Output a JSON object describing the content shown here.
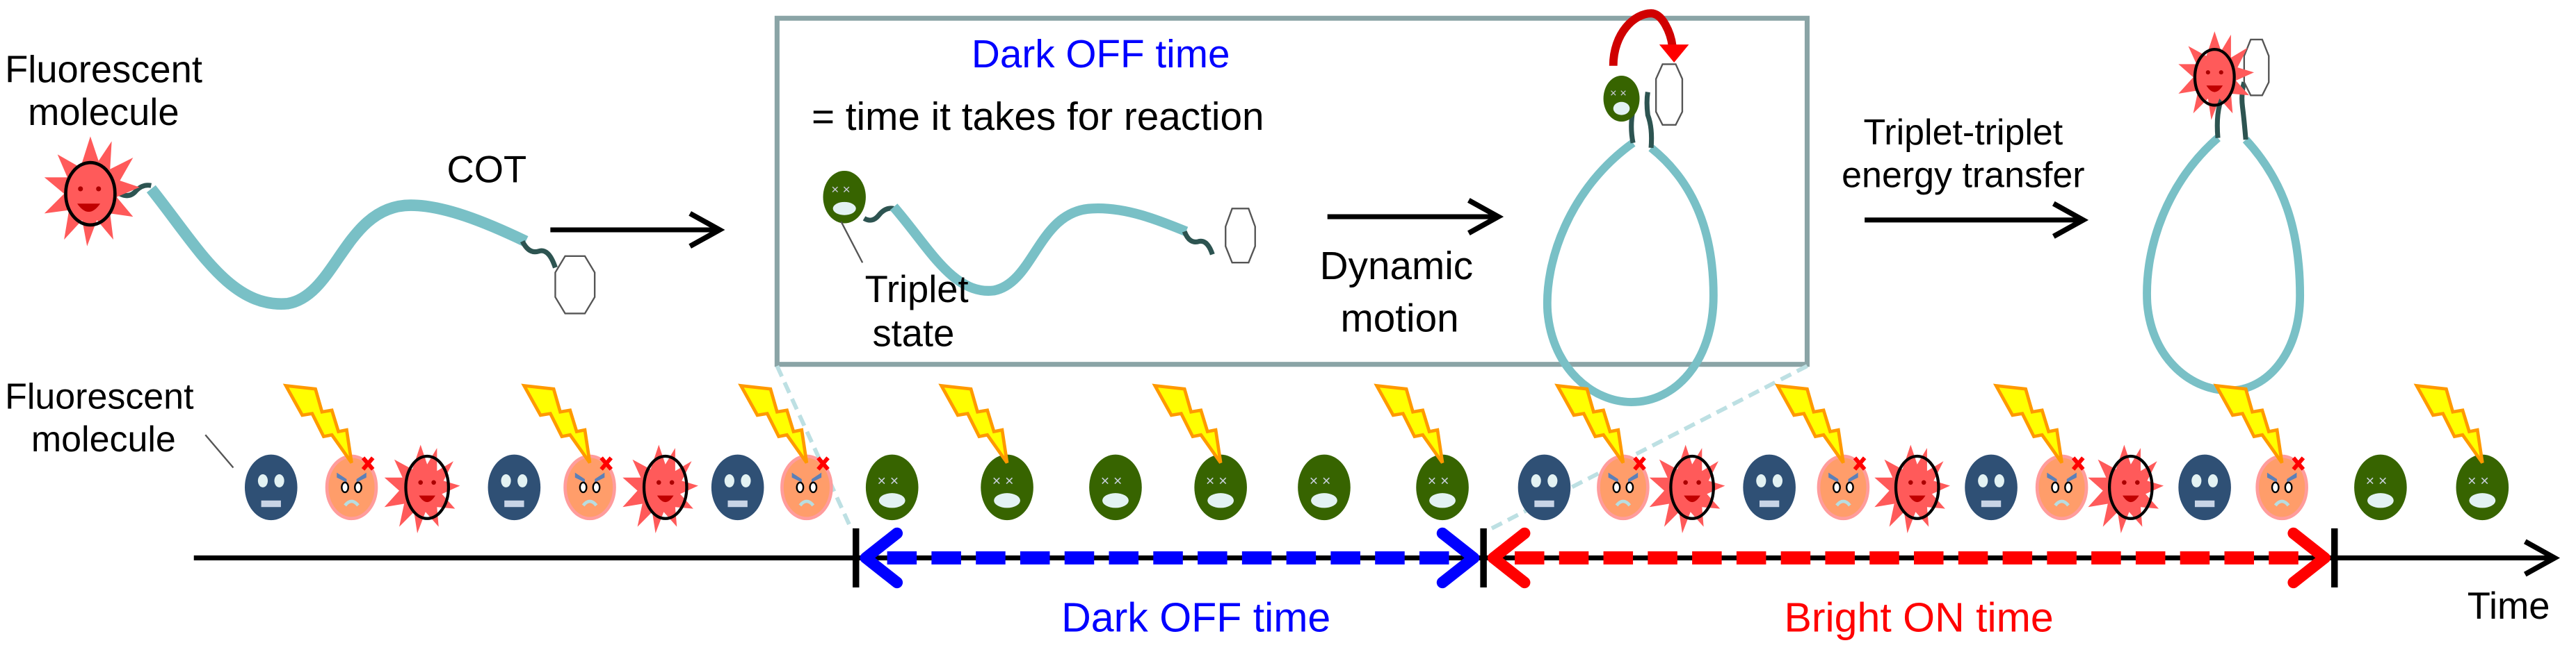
{
  "top_section": {
    "left_label_line1": "Fluorescent",
    "left_label_line2": "molecule",
    "cot_label": "COT",
    "inset_box": {
      "title": "Dark OFF time",
      "subtitle": "= time it takes for reaction",
      "triplet_label_line1": "Triplet",
      "triplet_label_line2": "state",
      "arrow_label_line1": "Dynamic",
      "arrow_label_line2": "motion"
    },
    "transfer_label_line1": "Triplet-triplet",
    "transfer_label_line2": "energy transfer"
  },
  "timeline": {
    "left_label_line1": "Fluorescent",
    "left_label_line2": "molecule",
    "axis_label": "Time",
    "dark_off_label": "Dark OFF time",
    "bright_on_label": "Bright ON time",
    "sequence": [
      "ground",
      "excited",
      "bright",
      "ground",
      "excited",
      "bright",
      "ground",
      "excited",
      "triplet",
      "triplet",
      "triplet",
      "triplet",
      "triplet",
      "triplet",
      "ground",
      "excited",
      "bright",
      "ground",
      "excited",
      "bright",
      "ground",
      "excited",
      "bright",
      "ground",
      "excited",
      "triplet",
      "triplet"
    ]
  },
  "colors": {
    "dark_off": "#0000ff",
    "bright_on": "#ff0000",
    "box_border": "#8aa4a6",
    "chain": "#79c0c6",
    "linker": "#2d5451",
    "triplet_face": "#376400",
    "ground_face": "#2f5075",
    "excited_face": "#ff9d6a",
    "bright_face": "#ff5a5a",
    "bolt_fill": "#ffff00",
    "bolt_stroke": "#ff9900"
  }
}
